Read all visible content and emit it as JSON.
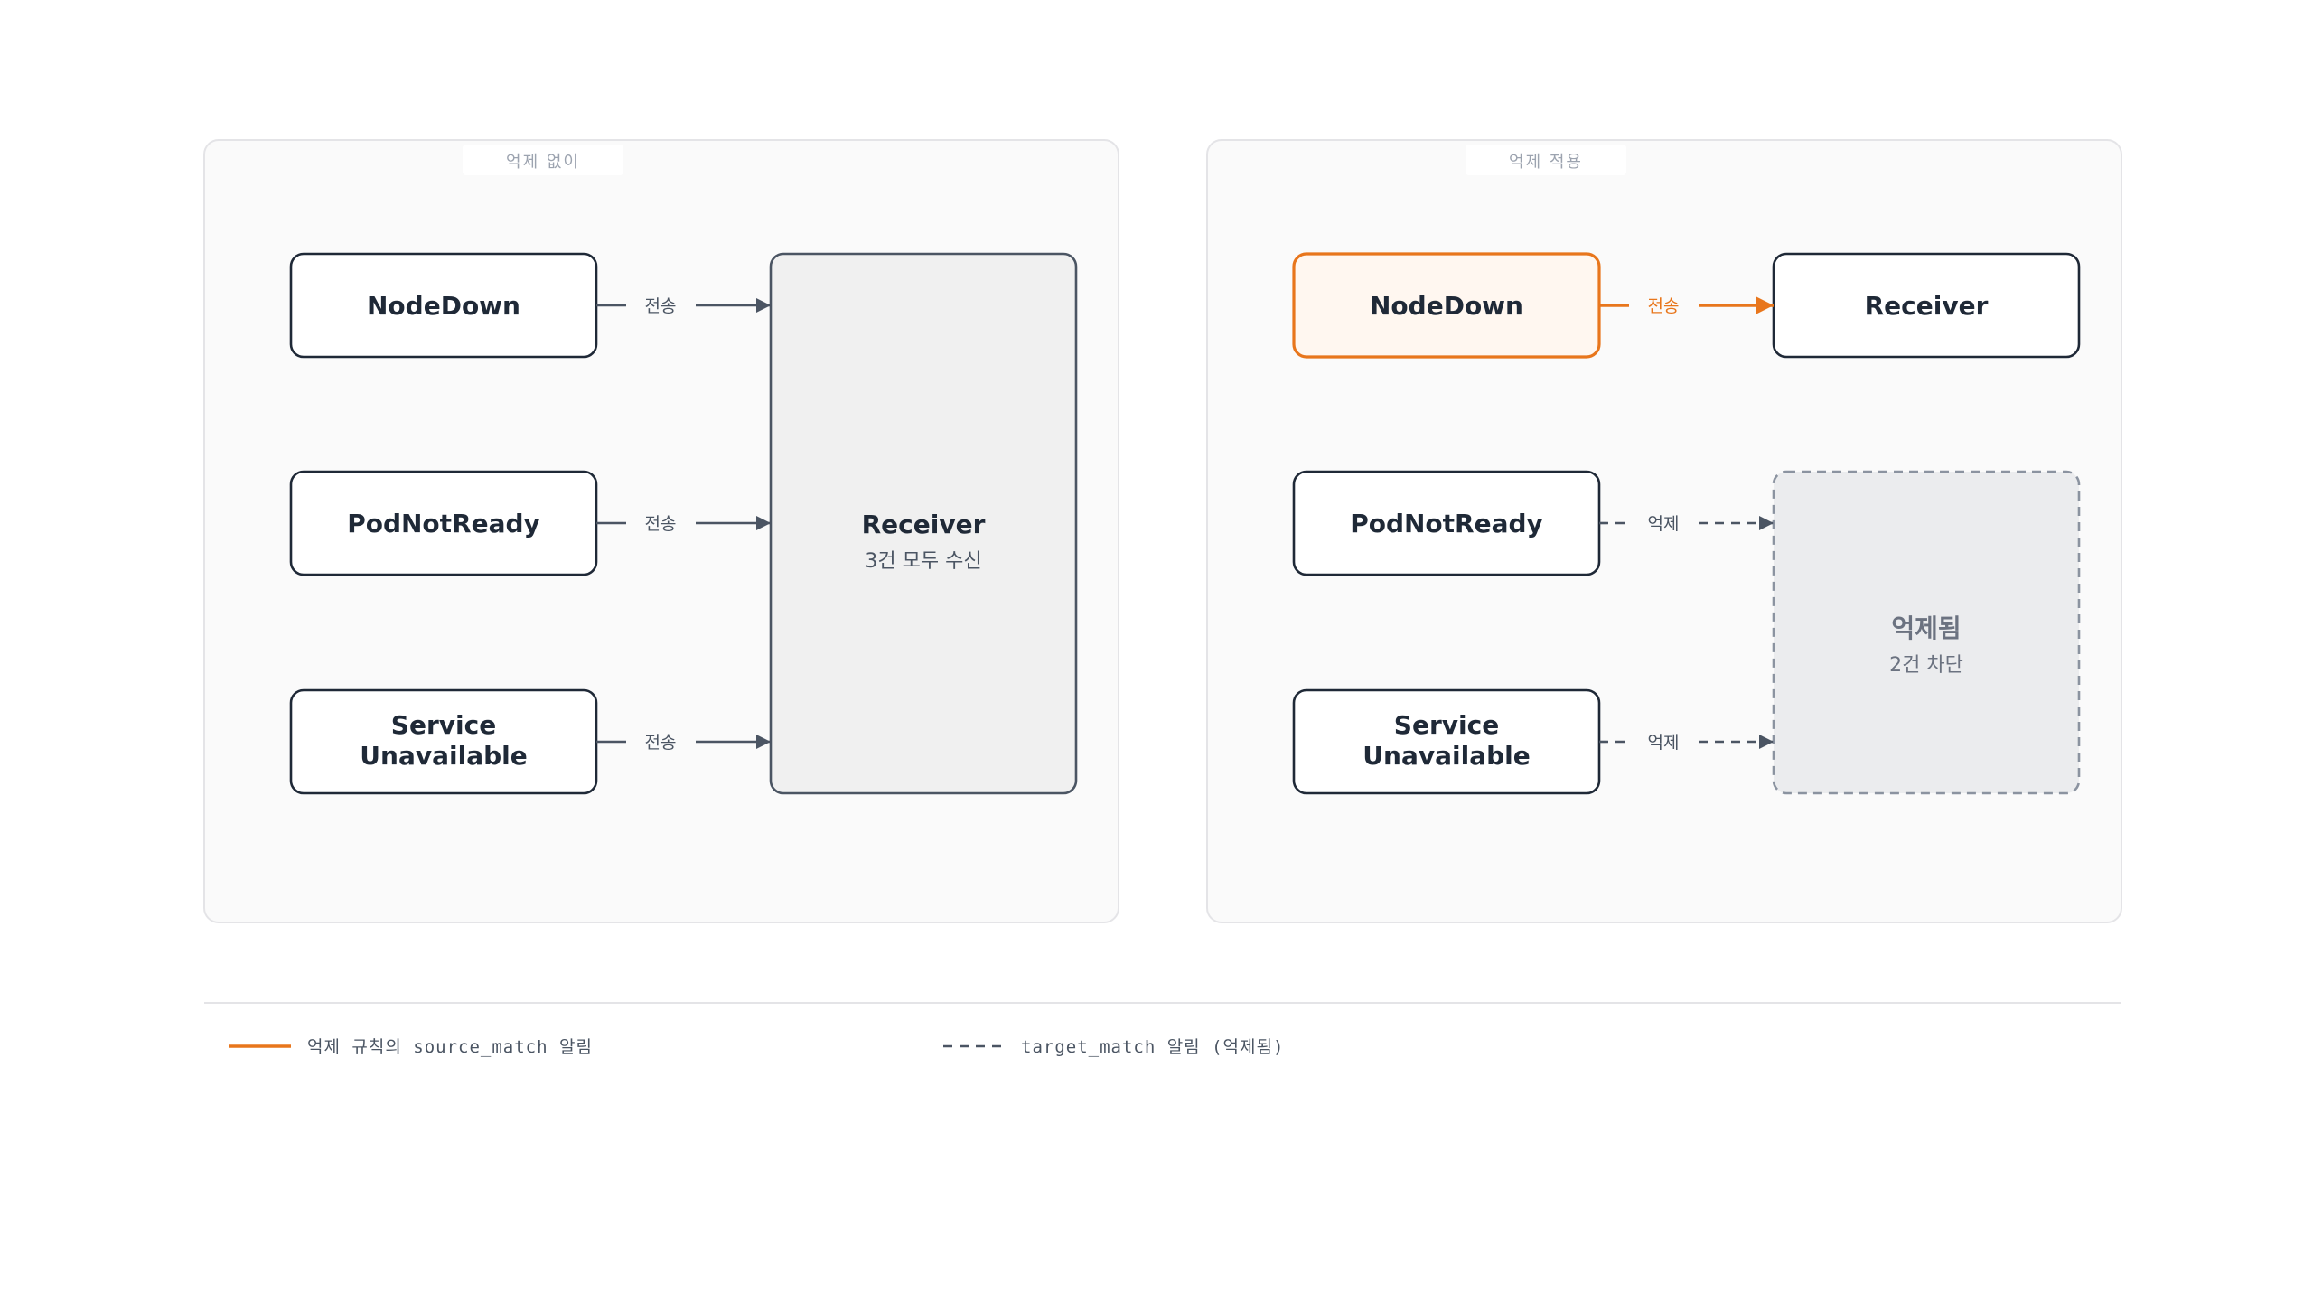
{
  "panels": {
    "left": {
      "label": "억제 없이",
      "sources": [
        "NodeDown",
        "PodNotReady",
        "Service Unavailable"
      ],
      "edge_label": "전송",
      "receiver": {
        "title": "Receiver",
        "subtitle": "3건 모두 수신"
      }
    },
    "right": {
      "label": "억제 적용",
      "sources": [
        "NodeDown",
        "PodNotReady",
        "Service Unavailable"
      ],
      "edges": [
        {
          "label": "전송",
          "kind": "source_match"
        },
        {
          "label": "억제",
          "kind": "target_match"
        },
        {
          "label": "억제",
          "kind": "target_match"
        }
      ],
      "receiver": {
        "title": "Receiver"
      },
      "suppressed": {
        "title": "억제됨",
        "subtitle": "2건 차단"
      }
    }
  },
  "legend": {
    "source": "억제 규칙의 source_match 알림",
    "target": "target_match 알림 (억제됨)"
  },
  "colors": {
    "accent": "#e8761c",
    "ink": "#1f2937",
    "edge": "#4b5563",
    "muted": "#8b93a0"
  }
}
